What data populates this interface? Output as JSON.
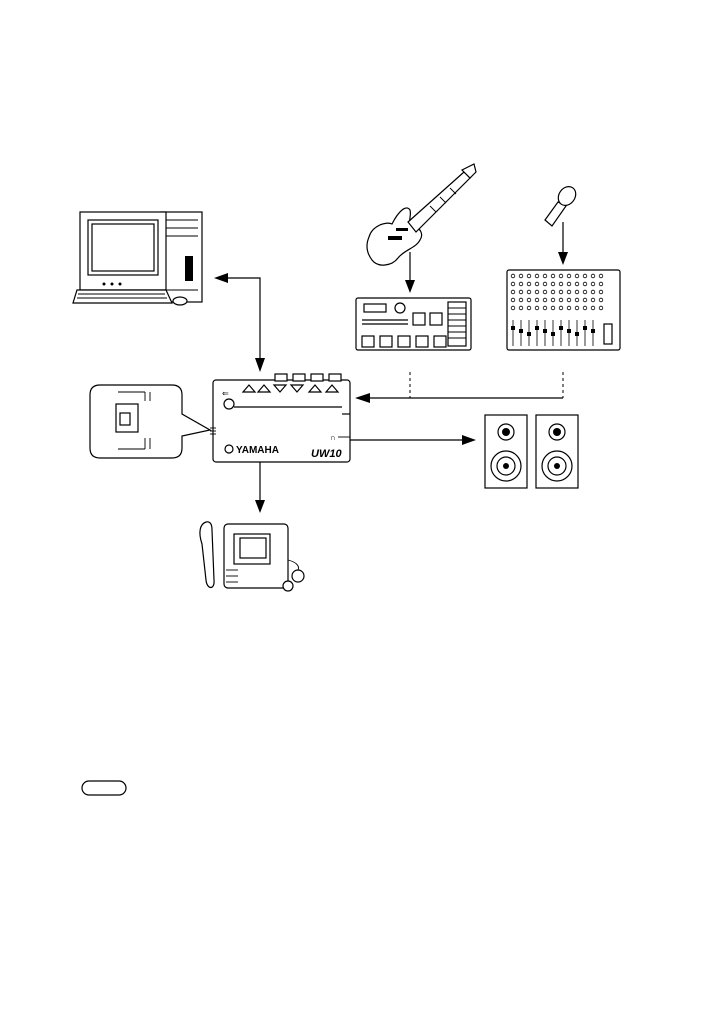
{
  "interface": {
    "brand": "YAMAHA",
    "model": "UW10"
  },
  "devices": [
    {
      "name": "computer",
      "icon": "computer-icon"
    },
    {
      "name": "electric-guitar",
      "icon": "electric-guitar-icon"
    },
    {
      "name": "multi-effects-processor",
      "icon": "effects-processor-icon"
    },
    {
      "name": "microphone",
      "icon": "microphone-icon"
    },
    {
      "name": "mixer",
      "icon": "mixer-icon"
    },
    {
      "name": "usb-audio-interface",
      "icon": "audio-interface-icon"
    },
    {
      "name": "monitor-speakers",
      "icon": "speakers-icon"
    },
    {
      "name": "minidisc-recorder",
      "icon": "md-recorder-icon"
    }
  ],
  "note": {
    "label": ""
  }
}
